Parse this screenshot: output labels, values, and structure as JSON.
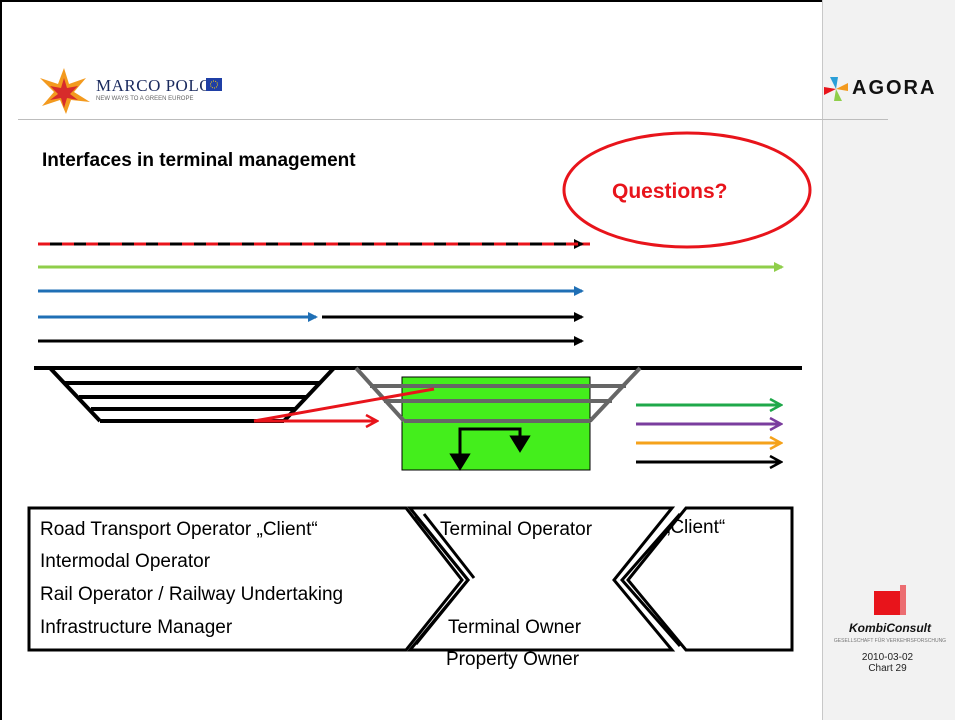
{
  "header": {
    "left_logo_name": "MARCO POLO",
    "left_logo_subtitle": "NEW WAYS TO A GREEN EUROPE",
    "right_logo_name": "AGORA"
  },
  "slide": {
    "title": "Interfaces in terminal management",
    "callout": "Questions?"
  },
  "colors": {
    "red": "#e8141b",
    "light_green": "#8fce4a",
    "blue": "#1f6fb5",
    "black": "#000000",
    "terminal_green": "#44ee1c",
    "green": "#1fa84a",
    "purple": "#7a3d9e",
    "orange": "#f5a21b",
    "gray": "#666666"
  },
  "roles": {
    "left_box": [
      "Road Transport Operator „Client“",
      "Intermodal Operator",
      "Rail Operator / Railway Undertaking",
      "Infrastructure Manager"
    ],
    "middle_top": "Terminal Operator",
    "middle_bottom": [
      "Terminal Owner",
      "Property Owner"
    ],
    "right_box": "„Client“"
  },
  "sidebar": {
    "brand": "KombiConsult",
    "brand_sub": "GESELLSCHAFT FÜR VERKEHRSFORSCHUNG",
    "date": "2010-03-02",
    "page": "Chart 29"
  }
}
